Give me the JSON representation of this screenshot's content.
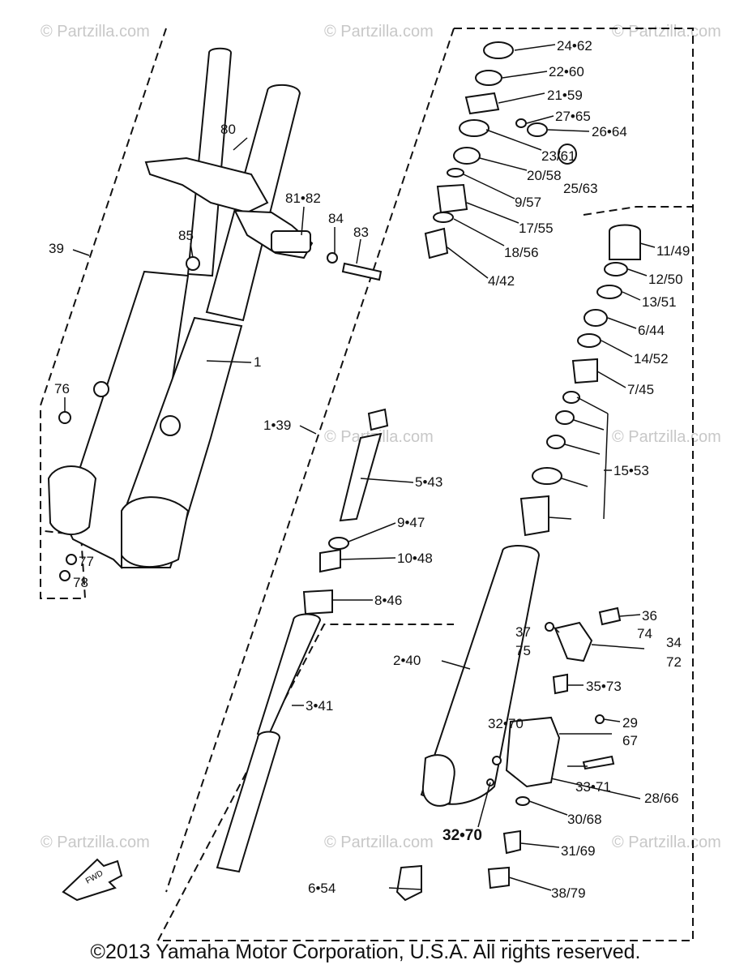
{
  "watermark": "© Partzilla.com",
  "copyright": "©2013 Yamaha Motor Corporation, U.S.A. All rights reserved.",
  "fwd_arrow_label": "FWD",
  "callouts": {
    "c24_62": "24•62",
    "c22_60": "22•60",
    "c21_59": "21•59",
    "c27_65": "27•65",
    "c26_64": "26•64",
    "c23_61": "23/61",
    "c20_58": "20/58",
    "c25_63": "25/63",
    "c9_57": "9/57",
    "c17_55": "17/55",
    "c18_56": "18/56",
    "c4_42": "4/42",
    "c80": "80",
    "c81_82": "81•82",
    "c84": "84",
    "c83": "83",
    "c85": "85",
    "c39": "39",
    "c1": "1",
    "c76": "76",
    "c77": "77",
    "c78": "78",
    "c11_49": "11/49",
    "c12_50": "12/50",
    "c13_51": "13/51",
    "c6_44": "6/44",
    "c14_52": "14/52",
    "c7_45": "7/45",
    "c15_53": "15•53",
    "c1_39": "1•39",
    "c5_43": "5•43",
    "c9_47": "9•47",
    "c10_48": "10•48",
    "c8_46": "8•46",
    "c3_41": "3•41",
    "c2_40": "2•40",
    "c36": "36",
    "c74": "74",
    "c37": "37",
    "c75": "75",
    "c34": "34",
    "c72": "72",
    "c35_73": "35•73",
    "c32_70a": "32•70",
    "c29": "29",
    "c67": "67",
    "c33_71": "33•71",
    "c28_66": "28/66",
    "c30_68": "30/68",
    "c31_69": "31/69",
    "c32_70b": "32•70",
    "c6_54": "6•54",
    "c38_79": "38/79"
  }
}
